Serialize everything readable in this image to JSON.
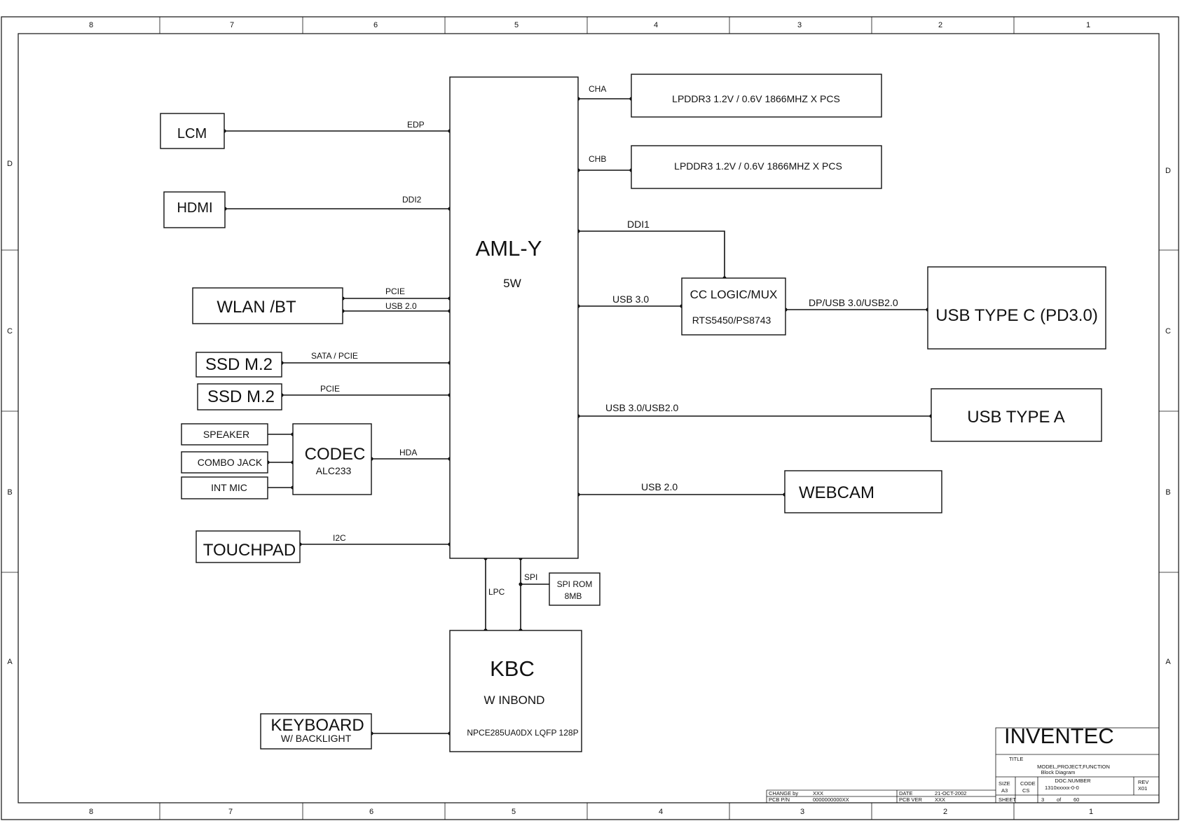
{
  "grid": {
    "columns": [
      "8",
      "7",
      "6",
      "5",
      "4",
      "3",
      "2",
      "1"
    ],
    "columns_bottom": [
      "8",
      "7",
      "6",
      "5",
      "4",
      "3",
      "2",
      "1"
    ],
    "rows": [
      "D",
      "C",
      "B",
      "A"
    ]
  },
  "cpu": {
    "name": "AML-Y",
    "power": "5W"
  },
  "kbc": {
    "name": "KBC",
    "vendor": "W INBOND",
    "part": "NPCE285UA0DX  LQFP  128P"
  },
  "blocks": {
    "lcm": "LCM",
    "hdmi": "HDMI",
    "wlan": "WLAN /BT",
    "ssd1": "SSD M.2",
    "ssd2": "SSD M.2",
    "speaker": "SPEAKER",
    "combo_jack": "COMBO JACK",
    "int_mic": "INT MIC",
    "codec": "CODEC",
    "codec_part": "ALC233",
    "touchpad": "TOUCHPAD",
    "keyboard": "KEYBOARD",
    "keyboard_sub": "W/ BACKLIGHT",
    "spi_rom": "SPI ROM",
    "spi_rom_size": "8MB",
    "lpddr_a": "LPDDR3 1.2V / 0.6V   1866MHZ X PCS",
    "lpddr_b": "LPDDR3 1.2V / 0.6V   1866MHZ X PCS",
    "cc_logic": "CC LOGIC/MUX",
    "cc_logic_part": "RTS5450/PS8743",
    "usb_c": "USB TYPE C (PD3.0)",
    "usb_a": "USB TYPE A",
    "webcam": "WEBCAM"
  },
  "signals": {
    "edp": "EDP",
    "ddi2": "DDI2",
    "pcie_wlan": "PCIE",
    "usb20_wlan": "USB 2.0",
    "sata_pcie": "SATA / PCIE",
    "pcie_ssd": "PCIE",
    "hda": "HDA",
    "i2c": "I2C",
    "lpc": "LPC",
    "spi": "SPI",
    "cha": "CHA",
    "chb": "CHB",
    "ddi1": "DDI1",
    "usb30": "USB 3.0",
    "dp_usb": "DP/USB 3.0/USB2.0",
    "usb30_usb20": "USB 3.0/USB2.0",
    "usb20_cam": "USB 2.0"
  },
  "title_block": {
    "company": "INVENTEC",
    "title_label": "TITLE",
    "title_line1": "MODEL,PROJECT,FUNCTION",
    "title_line2": "Block Diagram",
    "size_label": "SIZE",
    "size_value": "A3",
    "code_label": "CODE",
    "code_value": "CS",
    "doc_label": "DOC.NUMBER",
    "doc_value": "1310xxxxx-0-0",
    "rev_label": "REV",
    "rev_value": "X01",
    "changed_label": "CHANGE by",
    "changed_value": "XXX",
    "pcb_label": "PCB P/N",
    "pcb_value": "0000000000XX",
    "date_label": "DATE",
    "date_value": "21-OCT-2002",
    "pcb_ver_label": "PCB VER",
    "pcb_ver_value": "XXX",
    "sheet_label": "SHEET",
    "sheet_value": "3",
    "of_label": "of",
    "of_value": "60"
  }
}
